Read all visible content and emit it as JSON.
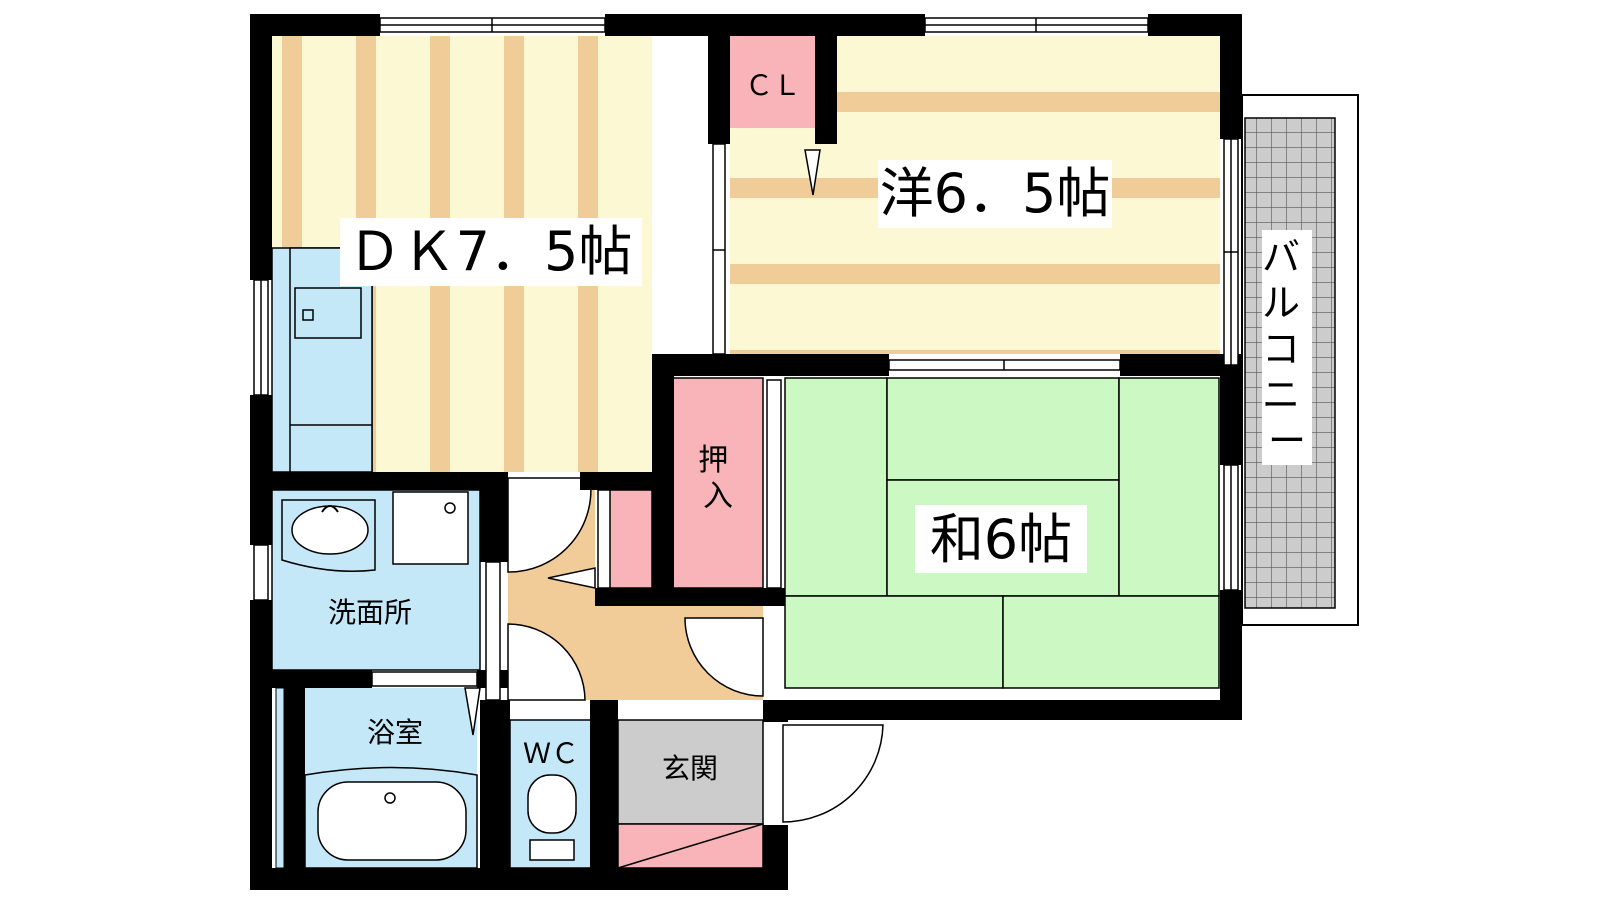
{
  "rooms": {
    "dk": "ＤＫ7．5帖",
    "western": "洋6．5帖",
    "japanese": "和6帖",
    "closet": "ＣＬ",
    "oshiire": "押\n入",
    "washroom": "洗面所",
    "bathroom": "浴室",
    "wc": "ＷＣ",
    "entrance": "玄関",
    "balcony": "バ\nル\nコ\nニ\nー"
  },
  "colors": {
    "wall": "#000000",
    "floor_wood_light": "#fdf8d4",
    "floor_wood_dark": "#f0cc98",
    "wet_area": "#c4e8f8",
    "storage": "#f8b4b8",
    "tatami": "#ccf8c4",
    "hall": "#f2cc98",
    "entrance": "#cccccc",
    "balcony_tile": "#cccccc"
  }
}
